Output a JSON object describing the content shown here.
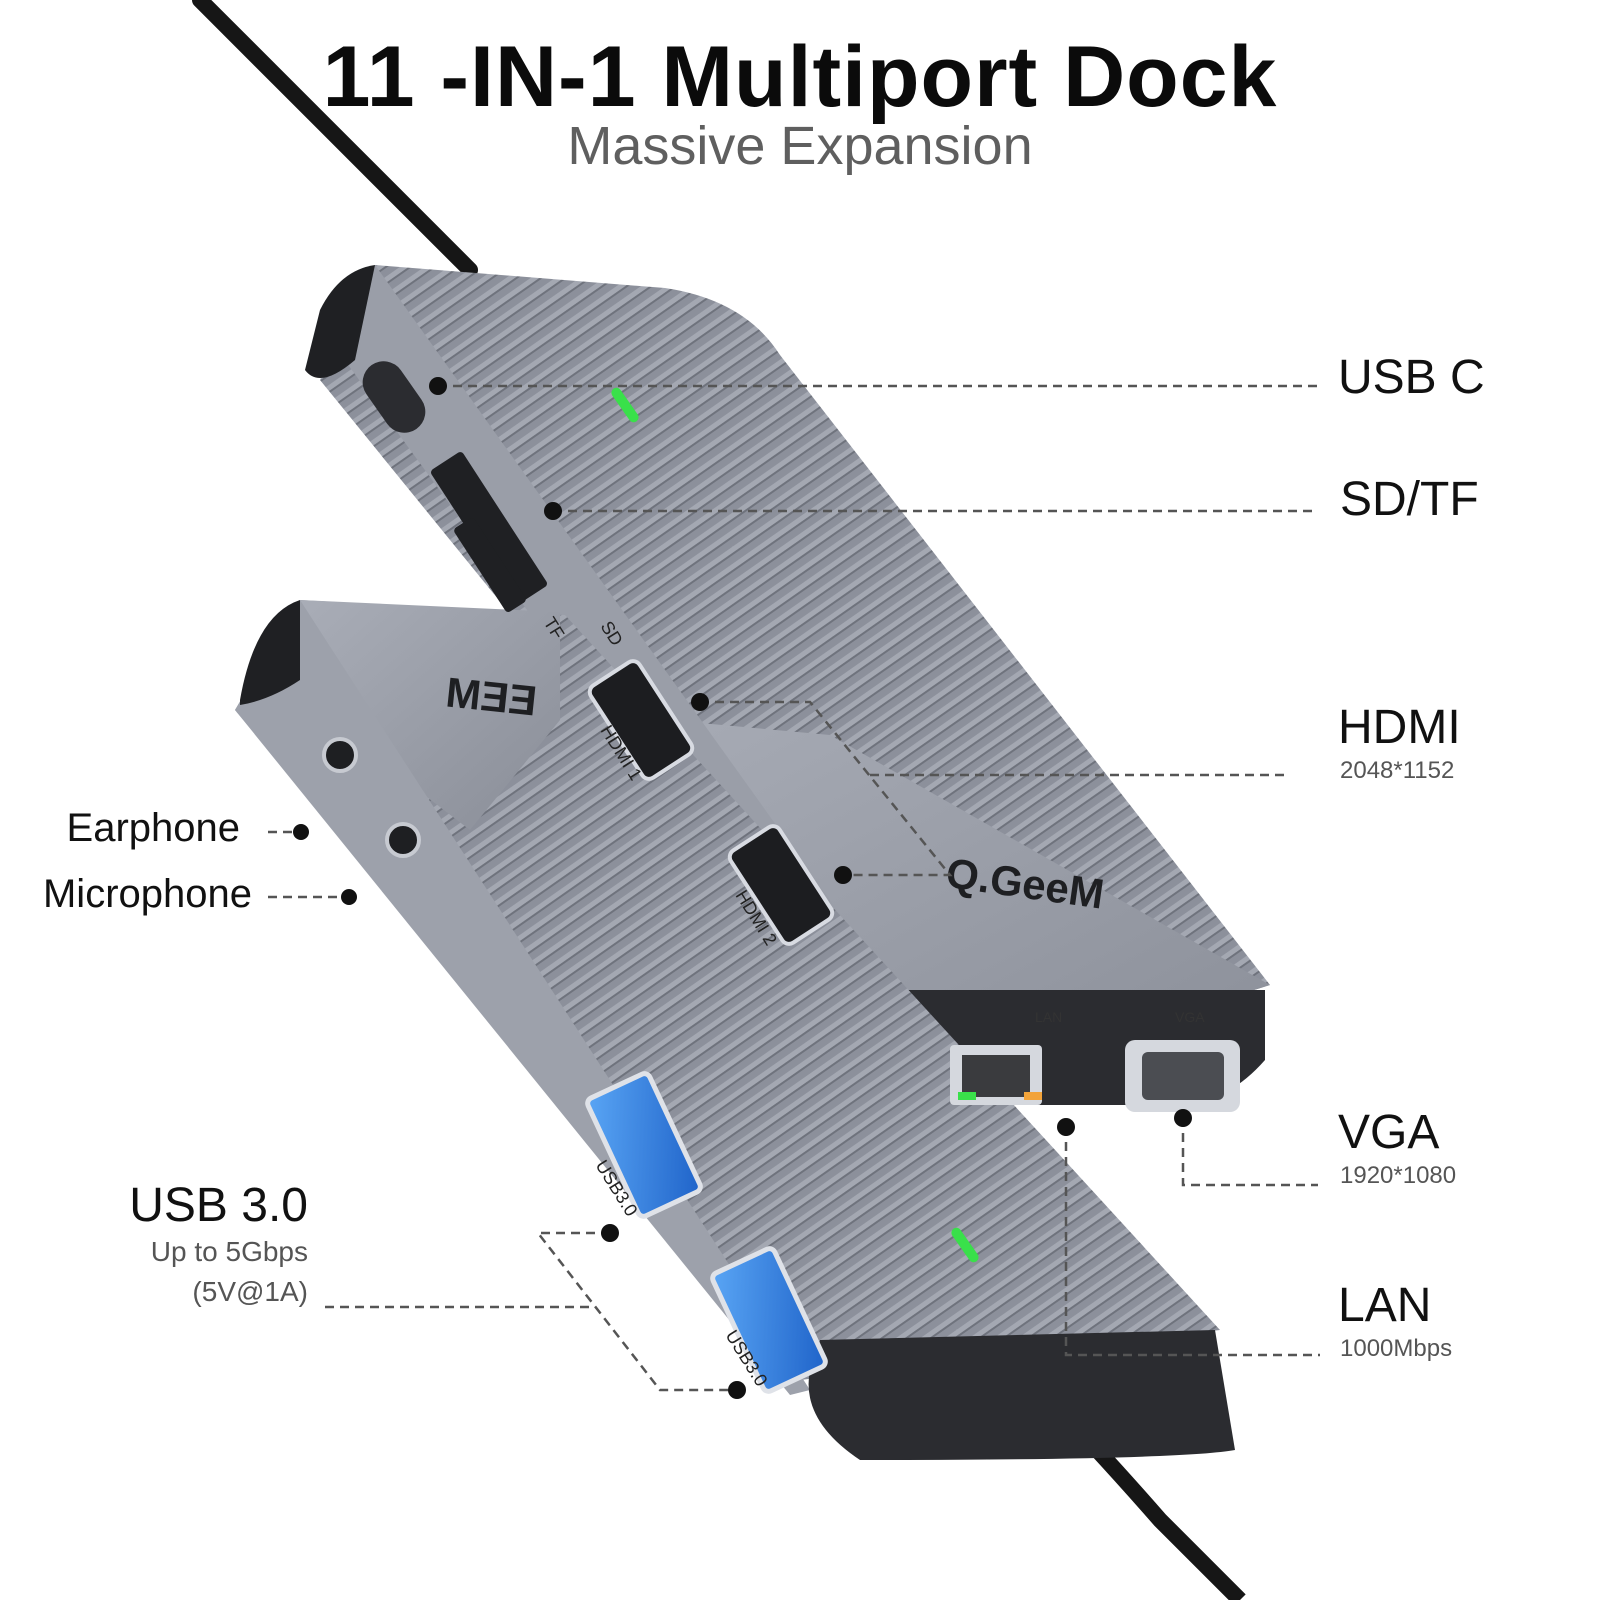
{
  "heading": {
    "title": "11 -IN-1 Multiport Dock",
    "subtitle": "Massive Expansion"
  },
  "brand": {
    "logo_text": "Q.GeeM",
    "mirrored_logo_text": "MƎƎ"
  },
  "device_labels": {
    "tf": "TF",
    "sd": "SD",
    "hdmi1": "HDMI 1",
    "hdmi2": "HDMI 2",
    "lan": "LAN",
    "vga": "VGA",
    "usb3_a": "USB3.0",
    "usb3_b": "USB3.0"
  },
  "callouts": {
    "usb_c": {
      "label": "USB C"
    },
    "sd_tf": {
      "label": "SD/TF"
    },
    "hdmi": {
      "label": "HDMI",
      "detail": "2048*1152"
    },
    "vga": {
      "label": "VGA",
      "detail": "1920*1080"
    },
    "lan": {
      "label": "LAN",
      "detail": "1000Mbps"
    },
    "earphone": {
      "label": "Earphone"
    },
    "microphone": {
      "label": "Microphone"
    },
    "usb3": {
      "label": "USB 3.0",
      "detail1": "Up to 5Gbps",
      "detail2": "(5V@1A)"
    }
  },
  "colors": {
    "body_metal": "#8f939e",
    "body_dark": "#2a2b2e",
    "usb_blue": "#2f7fe0",
    "led_green": "#39e04a",
    "callout_line": "#555555"
  }
}
